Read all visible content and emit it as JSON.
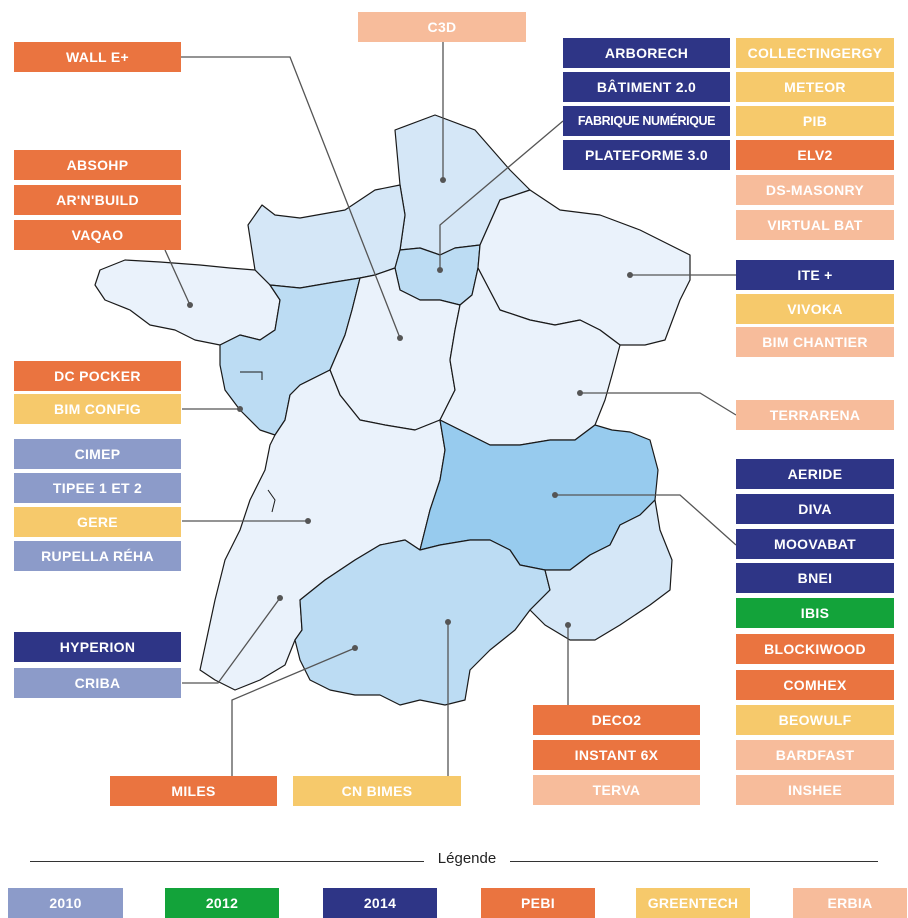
{
  "legend": {
    "title": "Légende",
    "items": [
      {
        "label": "2010",
        "color": "#8c9bc9"
      },
      {
        "label": "2012",
        "color": "#13a33a"
      },
      {
        "label": "2014",
        "color": "#2e3586"
      },
      {
        "label": "PEBI",
        "color": "#ea7440"
      },
      {
        "label": "GREENTECH",
        "color": "#f6c96b"
      },
      {
        "label": "ERBIA",
        "color": "#f7bc9b"
      }
    ]
  },
  "projects": {
    "c3d": "C3D",
    "wall_e": "WALL E+",
    "arborech": "ARBORECH",
    "batiment20": "BÂTIMENT 2.0",
    "fabrique": "FABRIQUE NUMÉRIQUE",
    "plateforme30": "PLATEFORME 3.0",
    "collectingergy": "COLLECTINGERGY",
    "meteor": "METEOR",
    "pib": "PIB",
    "elv2": "ELV2",
    "ds_masonry": "DS-MASONRY",
    "virtual_bat": "VIRTUAL BAT",
    "absohp": "ABSOHP",
    "arnbuild": "AR'N'BUILD",
    "vaqao": "VAQAO",
    "ite": "ITE +",
    "vivoka": "VIVOKA",
    "bim_chantier": "BIM CHANTIER",
    "dc_pocker": "DC POCKER",
    "bim_config": "BIM CONFIG",
    "terrarena": "TERRARENA",
    "cimep": "CIMEP",
    "tipee": "TIPEE 1 ET 2",
    "gere": "GERE",
    "rupella": "RUPELLA RÉHA",
    "aeride": "AERIDE",
    "diva": "DIVA",
    "moovabat": "MOOVABAT",
    "bnei": "BNEI",
    "ibis": "IBIS",
    "blockiwood": "BLOCKIWOOD",
    "comhex": "COMHEX",
    "beowulf": "BEOWULF",
    "bardfast": "BARDFAST",
    "inshee": "INSHEE",
    "hyperion": "HYPERION",
    "criba": "CRIBA",
    "deco2": "DECO2",
    "instant6x": "INSTANT 6X",
    "terva": "TERVA",
    "miles": "MILES",
    "cn_bimes": "CN BIMES"
  },
  "region_colors": {
    "lightest": "#eaf2fb",
    "light": "#d5e7f7",
    "medium": "#bcdcf3",
    "dark": "#97cbee",
    "border": "#1a1a1a"
  }
}
